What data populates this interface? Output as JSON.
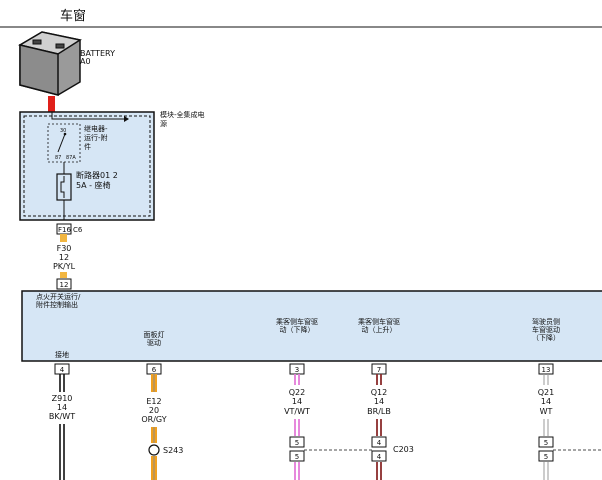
{
  "title": "车窗",
  "battery": {
    "name": "BATTERY",
    "code": "A0"
  },
  "module": {
    "label_lines": [
      "模块-全集成电",
      "源"
    ],
    "relay_lines": [
      "继电器-",
      "运行-附",
      "件"
    ],
    "relay_pins": [
      "30",
      "87",
      "87A"
    ],
    "fuse_lines": [
      "断路器01 2",
      "5A - 座椅"
    ]
  },
  "connector_top": {
    "left": "F16",
    "right": "C6"
  },
  "wire_f30": [
    "F30",
    "12",
    "PK/YL"
  ],
  "pin_12": "12",
  "control_module": {
    "label_lines": [
      "点火开关运行/",
      "附件控制输出"
    ],
    "ground_label": "接地",
    "func_panel": [
      "面板灯",
      "驱动"
    ],
    "func_pass_down": [
      "乘客侧车窗驱",
      "动（下降）"
    ],
    "func_pass_up": [
      "乘客侧车窗驱",
      "动（上升）"
    ],
    "func_driver_down": [
      "驾驶员侧",
      "车窗驱动",
      "（下降）"
    ]
  },
  "pins": {
    "ground": "4",
    "panel": "6",
    "pass_down": "3",
    "pass_up": "7",
    "driver_down": "13"
  },
  "wires": {
    "ground": [
      "Z910",
      "14",
      "BK/WT"
    ],
    "panel": [
      "E12",
      "20",
      "OR/GY"
    ],
    "pass_down": [
      "Q22",
      "14",
      "VT/WT"
    ],
    "pass_up": [
      "Q12",
      "14",
      "BR/LB"
    ],
    "driver_down": [
      "Q21",
      "14",
      "WT"
    ]
  },
  "splice": "S243",
  "c203": {
    "label": "C203",
    "pins_pass_down": "5",
    "pins_pass_up": "4",
    "pins_driver_down": "5"
  },
  "colors": {
    "module_fill": "#d6e6f5",
    "battery_red": "#e0201a",
    "pink": "#e37bd8",
    "orange": "#f0a020",
    "brown": "#8a2b2b",
    "yellow_orange": "#f2b640"
  }
}
